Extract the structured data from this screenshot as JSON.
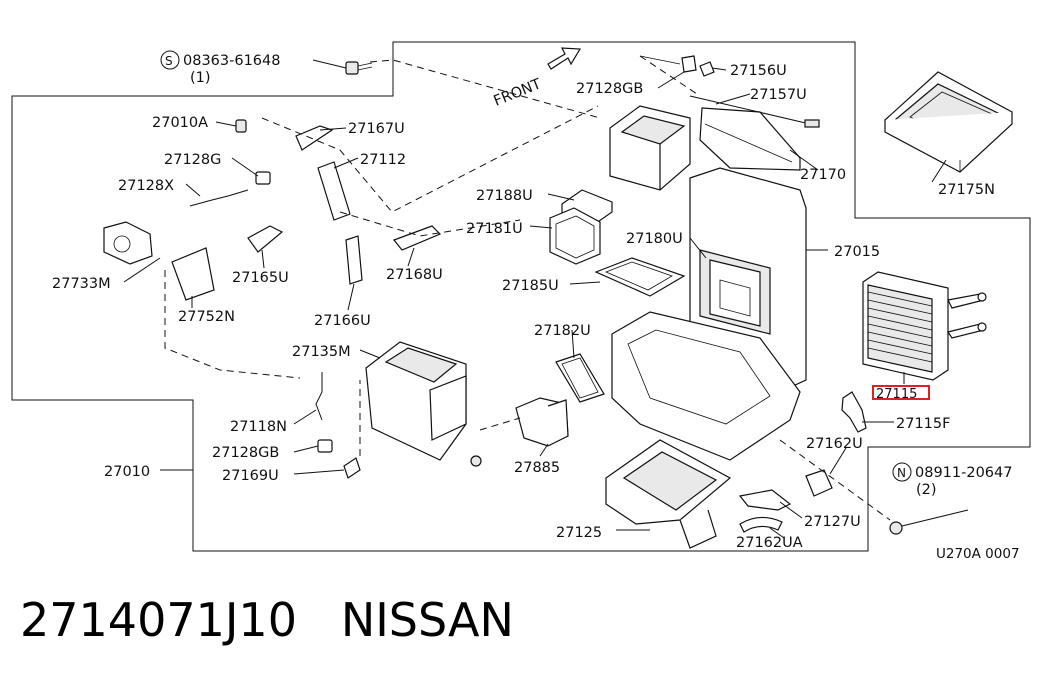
{
  "caption": "2714071J10   NISSAN",
  "diagram_code": "U270A 0007",
  "front_label": "FRONT",
  "highlight_color": "#e02020",
  "highlighted_part": "27115",
  "bolt_note_1": {
    "symbol": "S",
    "number": "08363-61648",
    "qty": "(1)"
  },
  "bolt_note_2": {
    "symbol": "N",
    "number": "08911-20647",
    "qty": "(2)"
  },
  "parts": {
    "p27010A": "27010A",
    "p27167U": "27167U",
    "p27128G": "27128G",
    "p27112": "27112",
    "p27128X": "27128X",
    "p27733M": "27733M",
    "p27752N": "27752N",
    "p27165U": "27165U",
    "p27168U": "27168U",
    "p27166U": "27166U",
    "p27135M": "27135M",
    "p27118N": "27118N",
    "p27128GB_lower": "27128GB",
    "p27169U": "27169U",
    "p27010": "27010",
    "p27128GB_top": "27128GB",
    "p27156U": "27156U",
    "p27157U": "27157U",
    "p27170": "27170",
    "p27188U": "27188U",
    "p27181U": "27181U",
    "p27180U": "27180U",
    "p27015": "27015",
    "p27185U": "27185U",
    "p27182U": "27182U",
    "p27885": "27885",
    "p27175N": "27175N",
    "p27115": "27115",
    "p27115F": "27115F",
    "p27162U": "27162U",
    "p27127U": "27127U",
    "p27162UA": "27162UA",
    "p27125": "27125"
  }
}
